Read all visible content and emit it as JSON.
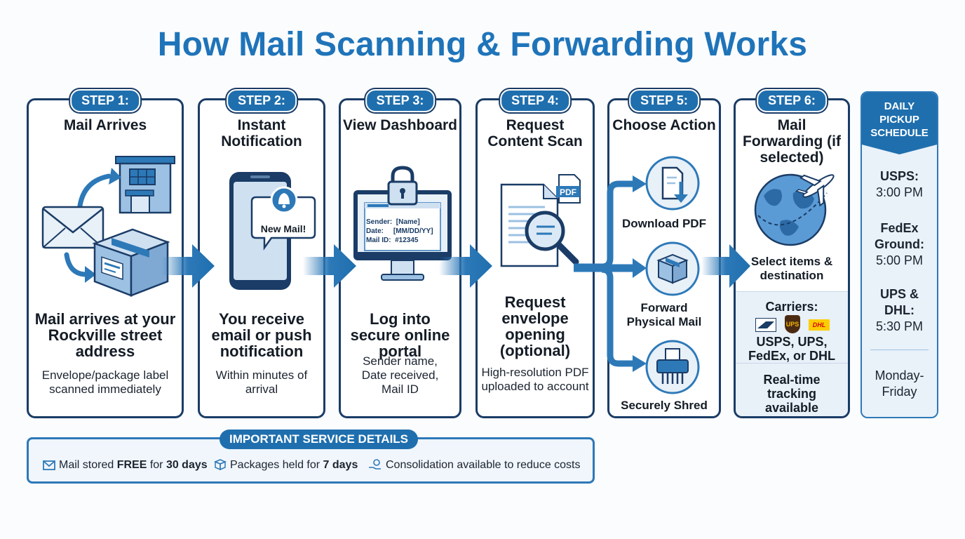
{
  "title": "How Mail Scanning & Forwarding Works",
  "steps": [
    {
      "label": "STEP 1:",
      "title": "Mail Arrives",
      "headline": "Mail arrives at your Rockville street address",
      "detail": "Envelope/package label scanned immediately"
    },
    {
      "label": "STEP 2:",
      "title": "Instant Notification",
      "bubble": "New Mail!",
      "headline": "You receive email or push notification",
      "detail": "Within minutes of arrival"
    },
    {
      "label": "STEP 3:",
      "title": "View Dashboard",
      "screen": {
        "sender": "Sender:  [Name]",
        "date": "Date:     [MM/DD/YY]",
        "mailid": "Mail ID:  #12345"
      },
      "headline": "Log into secure online portal",
      "detail": "Sender name, Date received, Mail ID"
    },
    {
      "label": "STEP 4:",
      "title": "Request Content Scan",
      "badge": "PDF",
      "headline": "Request envelope opening (optional)",
      "detail": "High-resolution PDF uploaded to account"
    },
    {
      "label": "STEP 5:",
      "title": "Choose Action",
      "actions": [
        "Download PDF",
        "Forward Physical Mail",
        "Securely Shred"
      ]
    },
    {
      "label": "STEP 6:",
      "title": "Mail Forwarding (if selected)",
      "select": "Select items & destination",
      "carriers_label": "Carriers:",
      "carrier_logos": [
        "USPS",
        "UPS",
        "DHL"
      ],
      "carriers": "USPS, UPS, FedEx, or DHL",
      "tracking": "Real-time tracking available"
    }
  ],
  "schedule": {
    "title": "DAILY PICKUP SCHEDULE",
    "entries": [
      {
        "carrier": "USPS:",
        "time": "3:00 PM"
      },
      {
        "carrier": "FedEx Ground:",
        "time": "5:00 PM"
      },
      {
        "carrier": "UPS & DHL:",
        "time": "5:30 PM"
      }
    ],
    "days": "Monday-Friday"
  },
  "details": {
    "title": "IMPORTANT SERVICE DETAILS",
    "items": [
      {
        "pre": "Mail stored ",
        "bold1": "FREE",
        "mid": " for ",
        "bold2": "30 days"
      },
      {
        "pre": "Packages held for ",
        "bold2": "7 days"
      },
      {
        "pre": "Consolidation available to reduce costs"
      }
    ]
  },
  "colors": {
    "primary": "#1f74b9",
    "dark": "#1a3c66",
    "pill": "#1f6fae",
    "light": "#e8f0f8"
  },
  "icons": [
    "envelope-icon",
    "building-icon",
    "package-icon",
    "phone-icon",
    "bell-icon",
    "lock-icon",
    "monitor-icon",
    "document-icon",
    "magnifier-icon",
    "pdf-file-icon",
    "download-icon",
    "box-icon",
    "shredder-icon",
    "globe-icon",
    "airplane-icon"
  ]
}
